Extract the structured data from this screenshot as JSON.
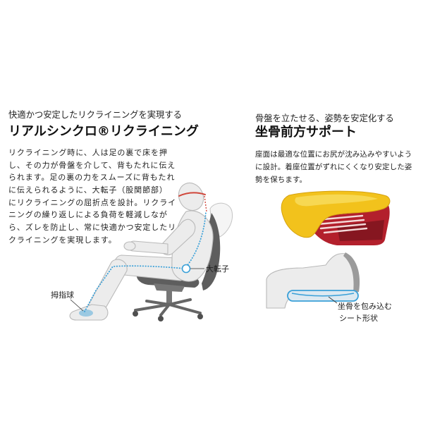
{
  "colors": {
    "text": "#222222",
    "accent_blue": "#3aa0d8",
    "head_line_red": "#d0473b",
    "cushion_yellow": "#f2c21c",
    "frame_red": "#b3202c"
  },
  "recline_section": {
    "subtitle": "快適かつ安定したリクライニングを実現する",
    "title": "リアルシンクロ®リクライニング",
    "body_lines": [
      "リクライニング時に、人は足の裏で床を押",
      "し、その力が骨盤を介して、背もたれに伝え",
      "られます。足の裏の力をスムーズに背もたれ",
      "に伝えられるように、大転子（股関節部）",
      "にリクライニングの屈折点を設計。リクライ",
      "ニングの繰り返しによる負荷を軽減しなが",
      "ら、ズレを防止し、常に快適かつ安定したリ",
      "クライニングを実現します。"
    ],
    "labels": {
      "greater_trochanter": "大転子",
      "ball_of_foot": "拇指球"
    }
  },
  "seat_section": {
    "subtitle": "骨盤を立たせる、姿勢を安定化する",
    "title": "坐骨前方サポート",
    "body_lines": [
      "座面は最適な位置にお尻が沈み込みやすいよう",
      "に設計。着座位置がずれにくくなり安定した姿",
      "勢を保ちます。"
    ],
    "callout_lines": [
      "坐骨を包み込む",
      "シート形状"
    ]
  }
}
